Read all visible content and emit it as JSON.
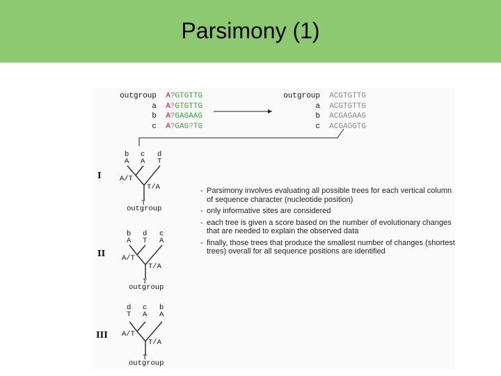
{
  "slide": {
    "title": "Parsimony (1)"
  },
  "alignment_left": {
    "rows": [
      {
        "label": "outgroup",
        "seq": [
          [
            "A",
            "red"
          ],
          [
            "?",
            "gray"
          ],
          [
            "GTGTTG",
            "green"
          ]
        ]
      },
      {
        "label": "a",
        "seq": [
          [
            "A",
            "red"
          ],
          [
            "?",
            "gray"
          ],
          [
            "GTGTTG",
            "green"
          ]
        ]
      },
      {
        "label": "b",
        "seq": [
          [
            "A",
            "red"
          ],
          [
            "?",
            "gray"
          ],
          [
            "GAGAAG",
            "green"
          ]
        ]
      },
      {
        "label": "c",
        "seq": [
          [
            "A",
            "red"
          ],
          [
            "?",
            "gray"
          ],
          [
            "GAG",
            "green"
          ],
          [
            "?",
            "gray"
          ],
          [
            "TG",
            "green"
          ]
        ]
      }
    ]
  },
  "alignment_right": {
    "rows": [
      {
        "label": "outgroup",
        "seq": [
          [
            "ACGTGTTG",
            "gray"
          ]
        ]
      },
      {
        "label": "a",
        "seq": [
          [
            "ACGTGTTG",
            "gray"
          ]
        ]
      },
      {
        "label": "b",
        "seq": [
          [
            "ACGAGAAG",
            "gray"
          ]
        ]
      },
      {
        "label": "c",
        "seq": [
          [
            "ACGAGGTG",
            "gray"
          ]
        ]
      }
    ]
  },
  "trees": [
    {
      "numeral": "I",
      "leaves": [
        "b",
        "c",
        "d"
      ],
      "leaf_states": [
        "A",
        "A",
        "T"
      ],
      "inner_label": "A/T",
      "root_label": "T/A",
      "root_state": "T",
      "outgroup": "outgroup"
    },
    {
      "numeral": "II",
      "leaves": [
        "b",
        "d",
        "c"
      ],
      "leaf_states": [
        "A",
        "T",
        "A"
      ],
      "inner_label": "A/T",
      "root_label": "T/A",
      "root_state": "T",
      "outgroup": "outgroup"
    },
    {
      "numeral": "III",
      "leaves": [
        "d",
        "c",
        "b"
      ],
      "leaf_states": [
        "T",
        "A",
        "A"
      ],
      "inner_label": "A/T",
      "root_label": "T/A",
      "root_state": "T",
      "outgroup": "outgroup"
    }
  ],
  "notes": [
    "Parsimony involves evaluating all possible trees for each vertical column of sequence character (nucleotide position)",
    "only informative sites are considered",
    "each tree is given a score based on the number of evolutionary changes that are needed to explain the observed data",
    "finally, those trees that produce the smallest number of changes (shortest trees) overall for all sequence positions are identified"
  ],
  "colors": {
    "banner": "#8dc971",
    "state_A": "#d41f1f",
    "state_T": "#3aa341",
    "muted": "#888888"
  }
}
